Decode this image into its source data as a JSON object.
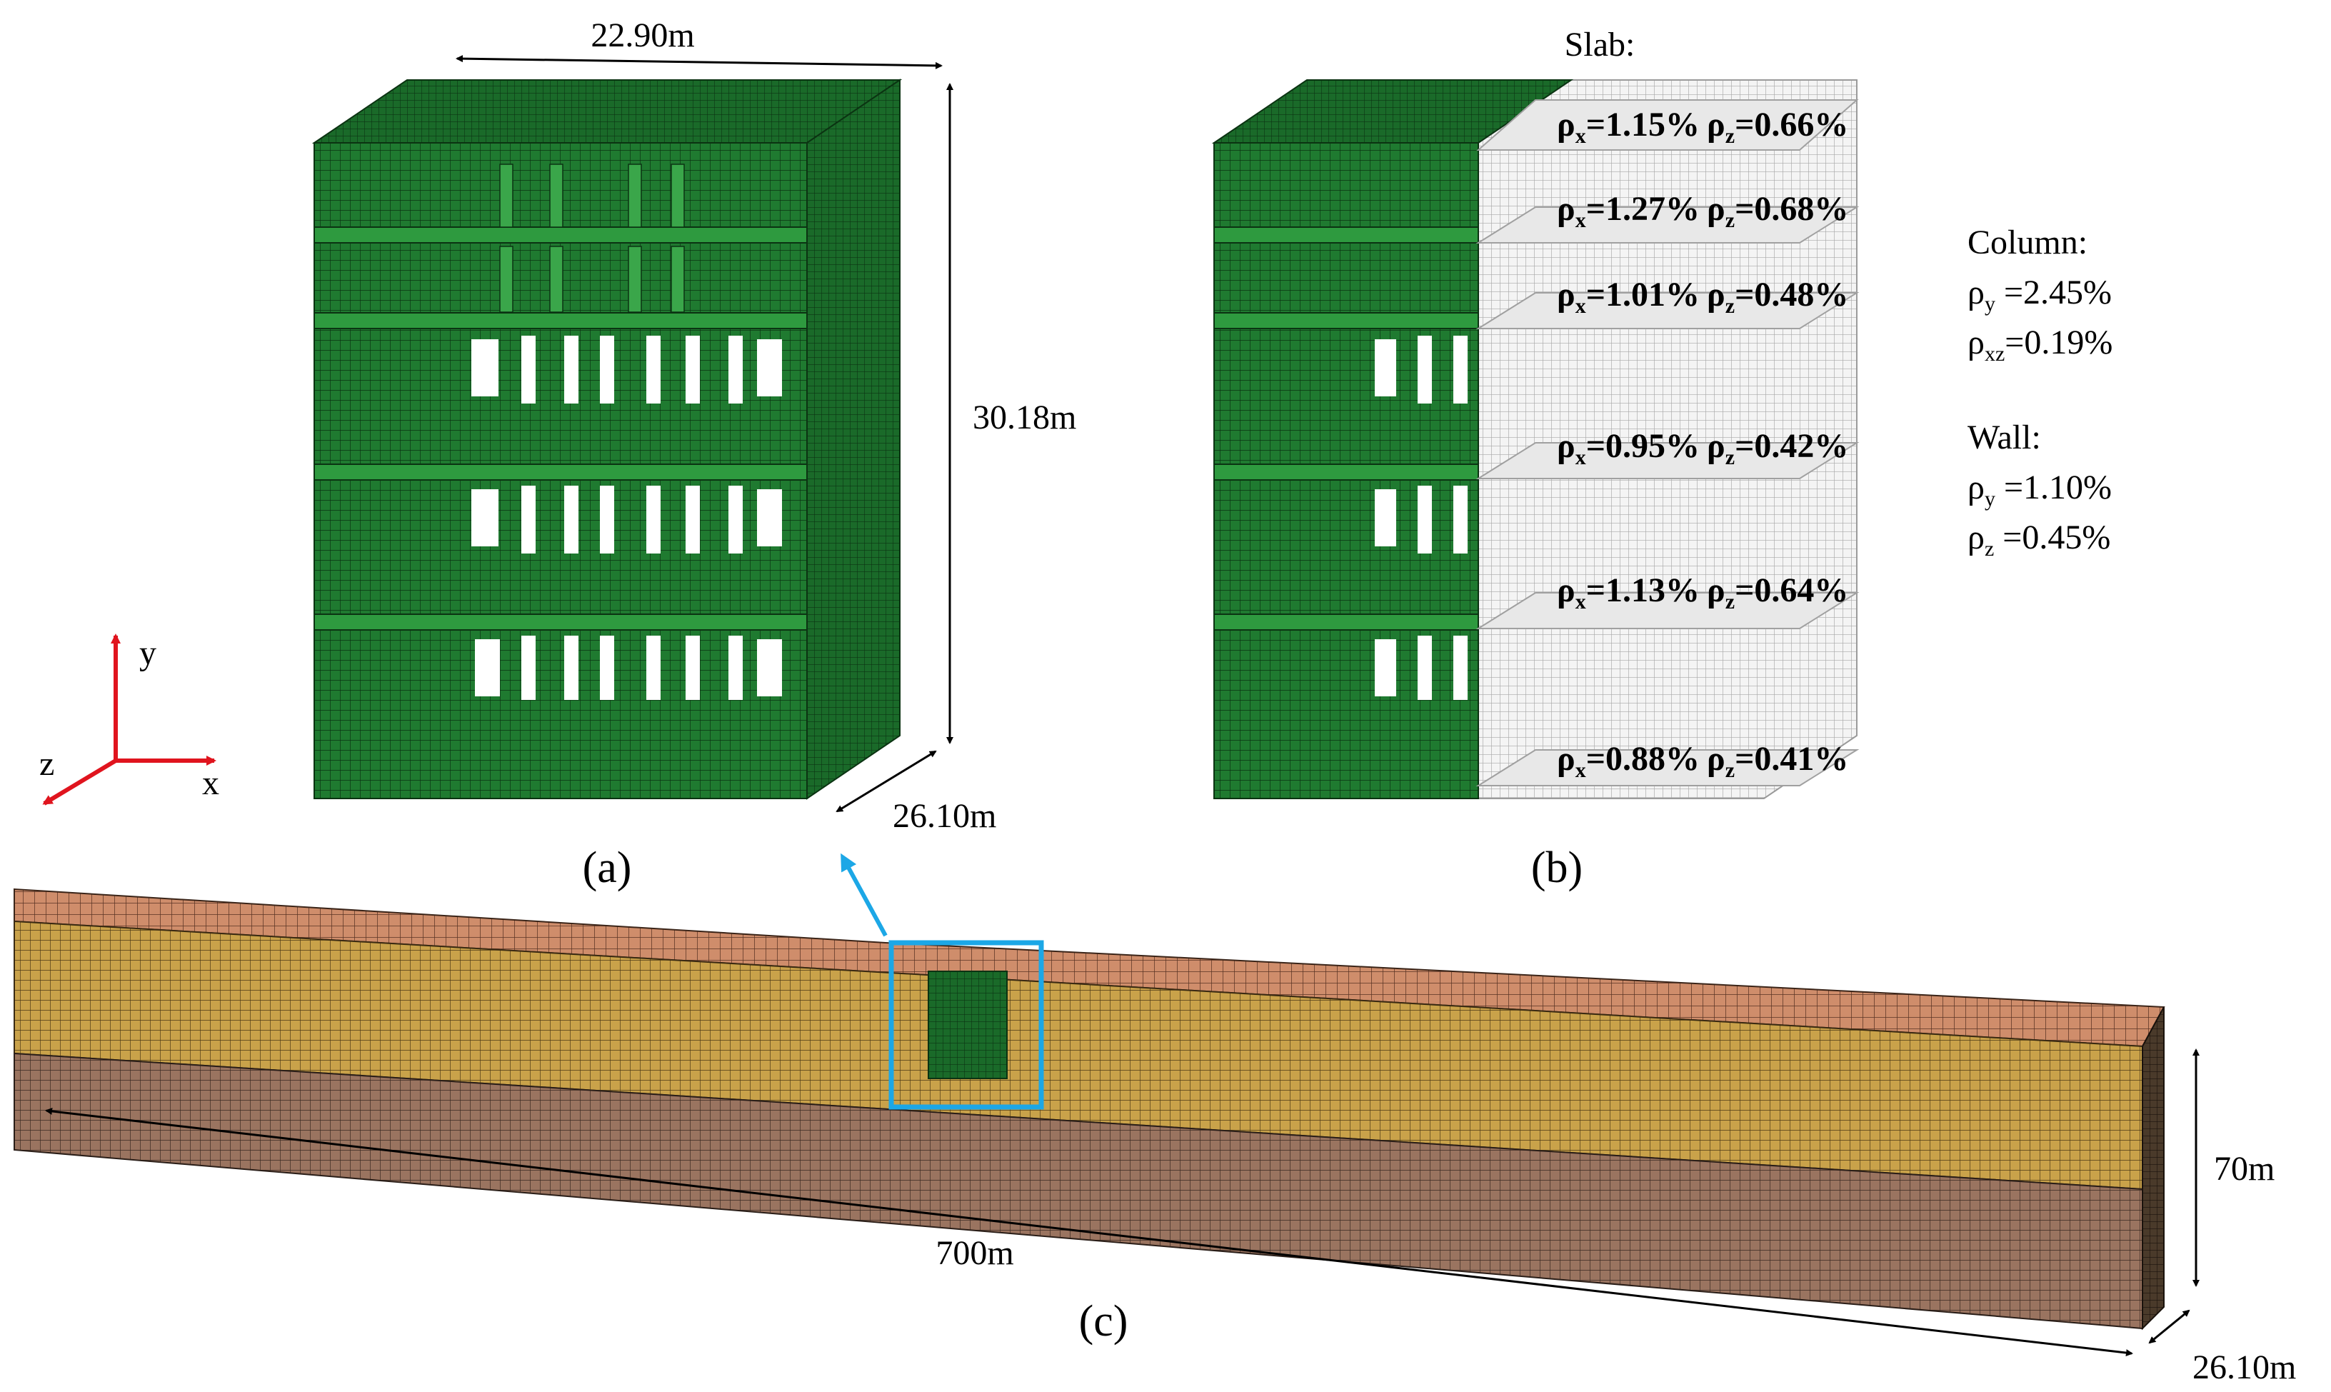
{
  "panels": {
    "a": {
      "label": "(a)",
      "width_label": "22.90m",
      "height_label": "30.18m",
      "depth_label": "26.10m"
    },
    "b": {
      "label": "(b)",
      "slab_title": "Slab:",
      "slab_ratios": [
        {
          "rho_x": "=1.15%",
          "rho_z": "=0.66%"
        },
        {
          "rho_x": "=1.27%",
          "rho_z": "=0.68%"
        },
        {
          "rho_x": "=1.01%",
          "rho_z": "=0.48%"
        },
        {
          "rho_x": "=0.95%",
          "rho_z": "=0.42%"
        },
        {
          "rho_x": "=1.13%",
          "rho_z": "=0.64%"
        },
        {
          "rho_x": "=0.88%",
          "rho_z": "=0.41%"
        }
      ],
      "column_title": "Column:",
      "column_rho_y": " =2.45%",
      "column_rho_xz": "=0.19%",
      "wall_title": "Wall:",
      "wall_rho_y": " =1.10%",
      "wall_rho_z": " =0.45%"
    },
    "c": {
      "label": "(c)",
      "length_label": "700m",
      "height_label": "70m",
      "depth_label": "26.10m"
    }
  },
  "symbols": {
    "rho": "ρ",
    "x": "x",
    "y": "y",
    "z": "z",
    "xz": "xz"
  },
  "axes": {
    "x_label": "x",
    "y_label": "y",
    "z_label": "z"
  },
  "colors": {
    "structure_green": "#1f7a30",
    "mesh_grey": "#c8c8c8",
    "soil_top": "#c98a6a",
    "soil_mid": "#c9a24a",
    "soil_bottom": "#9a7460",
    "axis_red": "#e0141e",
    "highlight_blue": "#1ca7e6"
  }
}
